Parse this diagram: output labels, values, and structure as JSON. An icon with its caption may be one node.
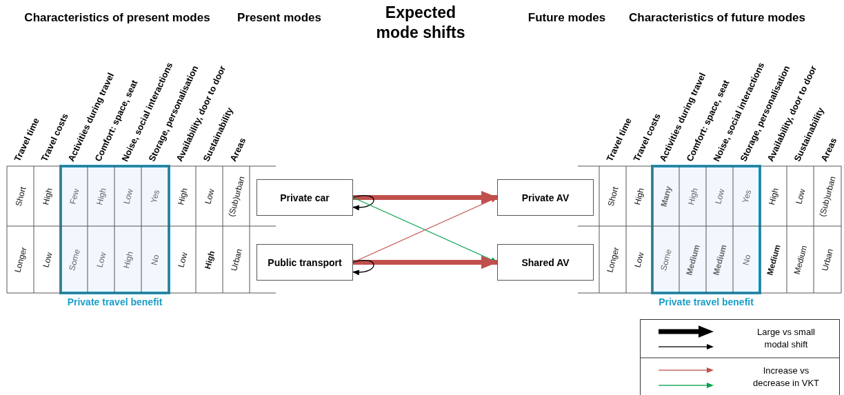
{
  "diagram": {
    "title": "Expected mode shifts",
    "nodes": [
      {
        "text": [
          "Private car"
        ]
      },
      {
        "text": [
          "Public transport"
        ]
      },
      {
        "text": [
          "Private AV"
        ]
      },
      {
        "text": [
          "Shared AV"
        ]
      },
      {
        "text": [
          "Private travel benefit"
        ]
      },
      {
        "text": [
          "Private travel benefit"
        ]
      }
    ],
    "edges": [
      {
        "from": 0,
        "to": 2,
        "arrow": "to",
        "style": "thick"
      },
      {
        "from": 0,
        "to": 0,
        "arrow": "to",
        "color": "#000000"
      },
      {
        "from": 0,
        "to": 3,
        "arrow": "to",
        "color": "#00a04a"
      },
      {
        "from": 1,
        "to": 2,
        "arrow": "to"
      },
      {
        "from": 1,
        "to": 3,
        "arrow": "to",
        "style": "thick"
      },
      {
        "from": 1,
        "to": 1,
        "arrow": "to",
        "color": "#000000"
      }
    ],
    "labels": [
      "Characteristics of present modes",
      "Present modes",
      "Future modes",
      "Characteristics of future modes",
      "Travel time",
      "Travel costs",
      "Activities during travel",
      "Comfort: space, seat",
      "Noise, social interactions",
      "Storage, personalisation",
      "Availability, door to door",
      "Sustainability",
      "Areas",
      "Short",
      "High",
      "Few",
      "High",
      "Low",
      "Yes",
      "High",
      "Low",
      "(Sub)urban",
      "Longer",
      "Low",
      "Some",
      "Low",
      "High",
      "No",
      "Low",
      "**High**",
      "Urban",
      "Travel time",
      "Travel costs",
      "Activities during travel",
      "Comfort: space, seat",
      "Noise, social interactions",
      "Storage, personalisation",
      "Availability, door to door",
      "Sustainability",
      "Areas",
      "Short",
      "High",
      "**Many**",
      "High",
      "Low",
      "Yes",
      "High",
      "Low",
      "(Sub)urban",
      "Longer",
      "Low",
      "Some",
      "**Medium**",
      "**Medium**",
      "No",
      "**Medium**",
      "Medium",
      "Urban"
    ],
    "legend": [
      {
        "text": "Large vs small modal shift"
      },
      {
        "text": "Increase vs decrease in VKT"
      }
    ]
  }
}
